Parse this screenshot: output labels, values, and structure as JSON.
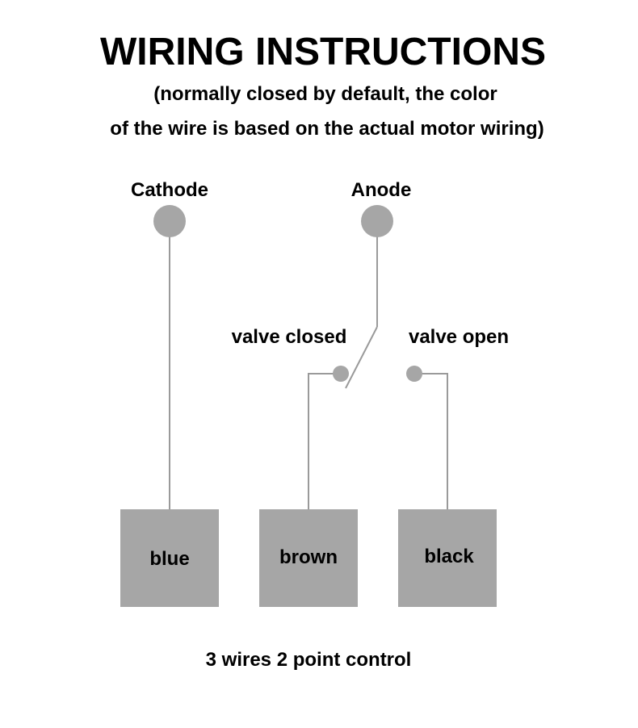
{
  "title": "WIRING INSTRUCTIONS",
  "subtitle_line1": "(normally closed by default, the color",
  "subtitle_line2": "of the wire is based on the actual motor wiring)",
  "terminals": {
    "cathode": "Cathode",
    "anode": "Anode"
  },
  "contacts": {
    "closed": "valve closed",
    "open": "valve open"
  },
  "wires": {
    "blue": "blue",
    "brown": "brown",
    "black": "black"
  },
  "caption": "3 wires 2 point control",
  "colors": {
    "background": "#ffffff",
    "text": "#000000",
    "terminal_fill": "#a6a6a6",
    "wire_box_fill": "#a6a6a6",
    "wire_line": "#9a9a9a"
  }
}
